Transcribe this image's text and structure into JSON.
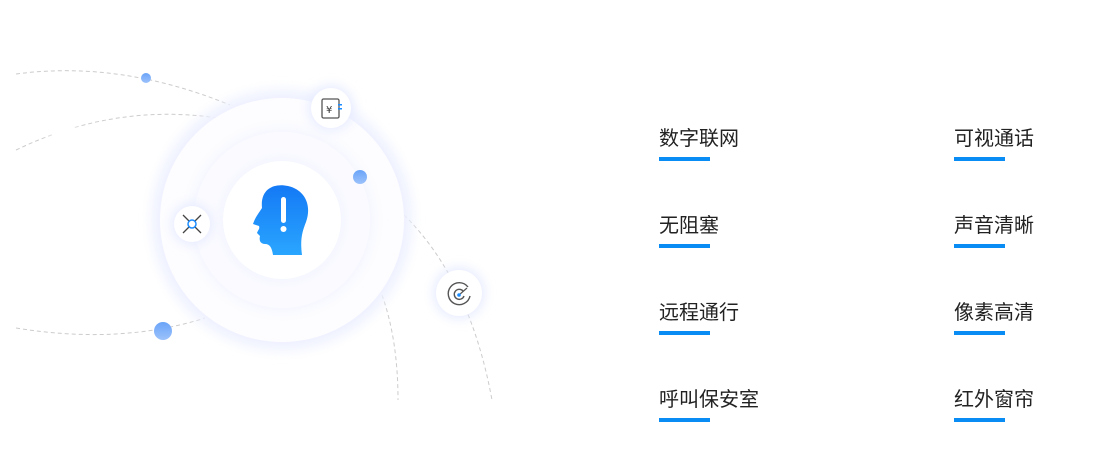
{
  "features": {
    "left": [
      "数字联网",
      "无阻塞",
      "远程通行",
      "呼叫保安室"
    ],
    "right": [
      "可视通话",
      "声音清晰",
      "像素高清",
      "红外窗帘"
    ]
  },
  "icons": [
    "head-alert-icon",
    "yuan-list-icon",
    "expand-arrows-icon",
    "target-icon"
  ],
  "colors": {
    "accent": "#0a8cf5",
    "text": "#222222"
  }
}
